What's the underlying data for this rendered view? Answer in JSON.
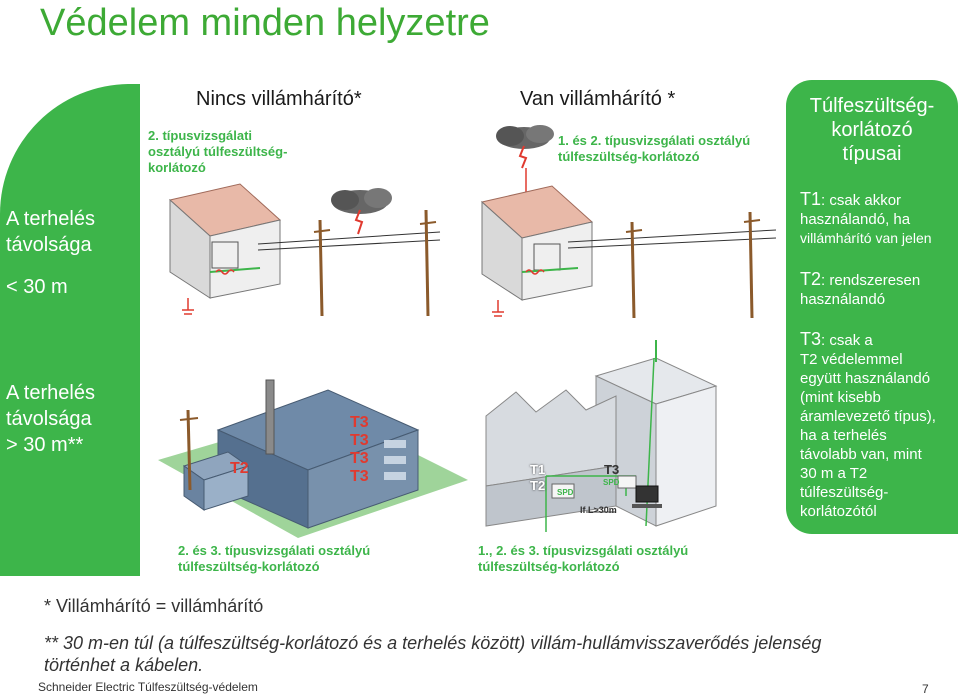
{
  "title": "Védelem minden helyzetre",
  "columns": {
    "left_header": "Nincs villámhárító*",
    "right_header": "Van villámhárító *"
  },
  "rows": {
    "near_label_1": "A terhelés",
    "near_label_2": "távolsága",
    "near_label_3": "< 30 m",
    "far_label_1": "A terhelés",
    "far_label_2": "távolsága",
    "far_label_3": "> 30 m**"
  },
  "captions": {
    "top_left_1": "2. típusvizsgálati",
    "top_left_2": "osztályú túlfeszültség-",
    "top_left_3": "korlátozó",
    "top_right_1": "1. és 2. típusvizsgálati osztályú",
    "top_right_2": "túlfeszültség-korlátozó",
    "bottom_left_1": "2. és 3. típusvizsgálati osztályú",
    "bottom_left_2": "túlfeszültség-korlátozó",
    "bottom_right_1": "1., 2. és 3. típusvizsgálati osztályú",
    "bottom_right_2": "túlfeszültség-korlátozó"
  },
  "illustration_labels": {
    "t2": "T2",
    "t3_a": "T3",
    "t3_b": "T3",
    "t3_c": "T3",
    "t3_d": "T3",
    "t1": "T1",
    "t2_b": "T2",
    "t3_e": "T3",
    "spd": "SPD",
    "spd_b": "SPD",
    "distance": "If L>30m"
  },
  "right_panel": {
    "title_1": "Túlfeszültség-",
    "title_2": "korlátozó",
    "title_3": "típusai",
    "t1_key": "T1",
    "t1_text_1": ": csak akkor",
    "t1_text_2": "használandó, ha",
    "t1_text_3": "villámhárító van jelen",
    "t2_key": "T2",
    "t2_text_1": ": rendszeresen",
    "t2_text_2": "használandó",
    "t3_key": "T3",
    "t3_text_1": ": csak a",
    "t3_text_2": "T2 védelemmel",
    "t3_text_3": "együtt használandó",
    "t3_text_4": "(mint kisebb",
    "t3_text_5": "áramlevezető típus),",
    "t3_text_6": "ha a terhelés",
    "t3_text_7": "távolabb van, mint",
    "t3_text_8": "30 m a T2",
    "t3_text_9": "túlfeszültség-",
    "t3_text_10": "korlátozótól"
  },
  "footnotes": {
    "note_1": "* Villámhárító = villámhárító",
    "note_2_line_1": "** 30 m-en túl  (a túlfeszültség-korlátozó és a terhelés között) villám-hullámvisszaverődés jelenség",
    "note_2_line_2": "történhet a kábelen."
  },
  "footer": {
    "left": "Schneider Electric  Túlfeszültség-védelem",
    "page": "7"
  },
  "colors": {
    "brand_green": "#3db54a",
    "title_green": "#3daa35",
    "label_red": "#e03a2f"
  }
}
